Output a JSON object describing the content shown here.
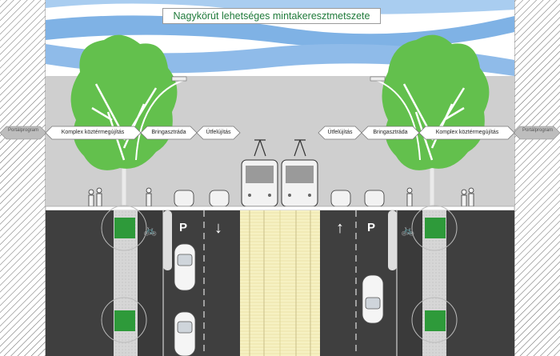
{
  "title": "Nagykörút lehetséges mintakeresztmetszete",
  "side_label_left": "Portál­program",
  "side_label_right": "Portál­program",
  "left_tags": [
    "Komplex köztérmegújítás",
    "Bringasztráda",
    "Útfelújítás"
  ],
  "right_tags": [
    "Útfelújítás",
    "Bringasztráda",
    "Komplex köztérmegújítás"
  ],
  "parking_symbol": "P",
  "arrow_down": "↓",
  "arrow_up": "↑",
  "bike_symbol": "🚲",
  "colors": {
    "sky": "#7fb2e5",
    "tree": "#63c04d",
    "road": "#3f3f3f",
    "tram_track": "#f4efb8",
    "bike_lane_marker": "#f08a1c",
    "title_text": "#1f7a3a"
  }
}
